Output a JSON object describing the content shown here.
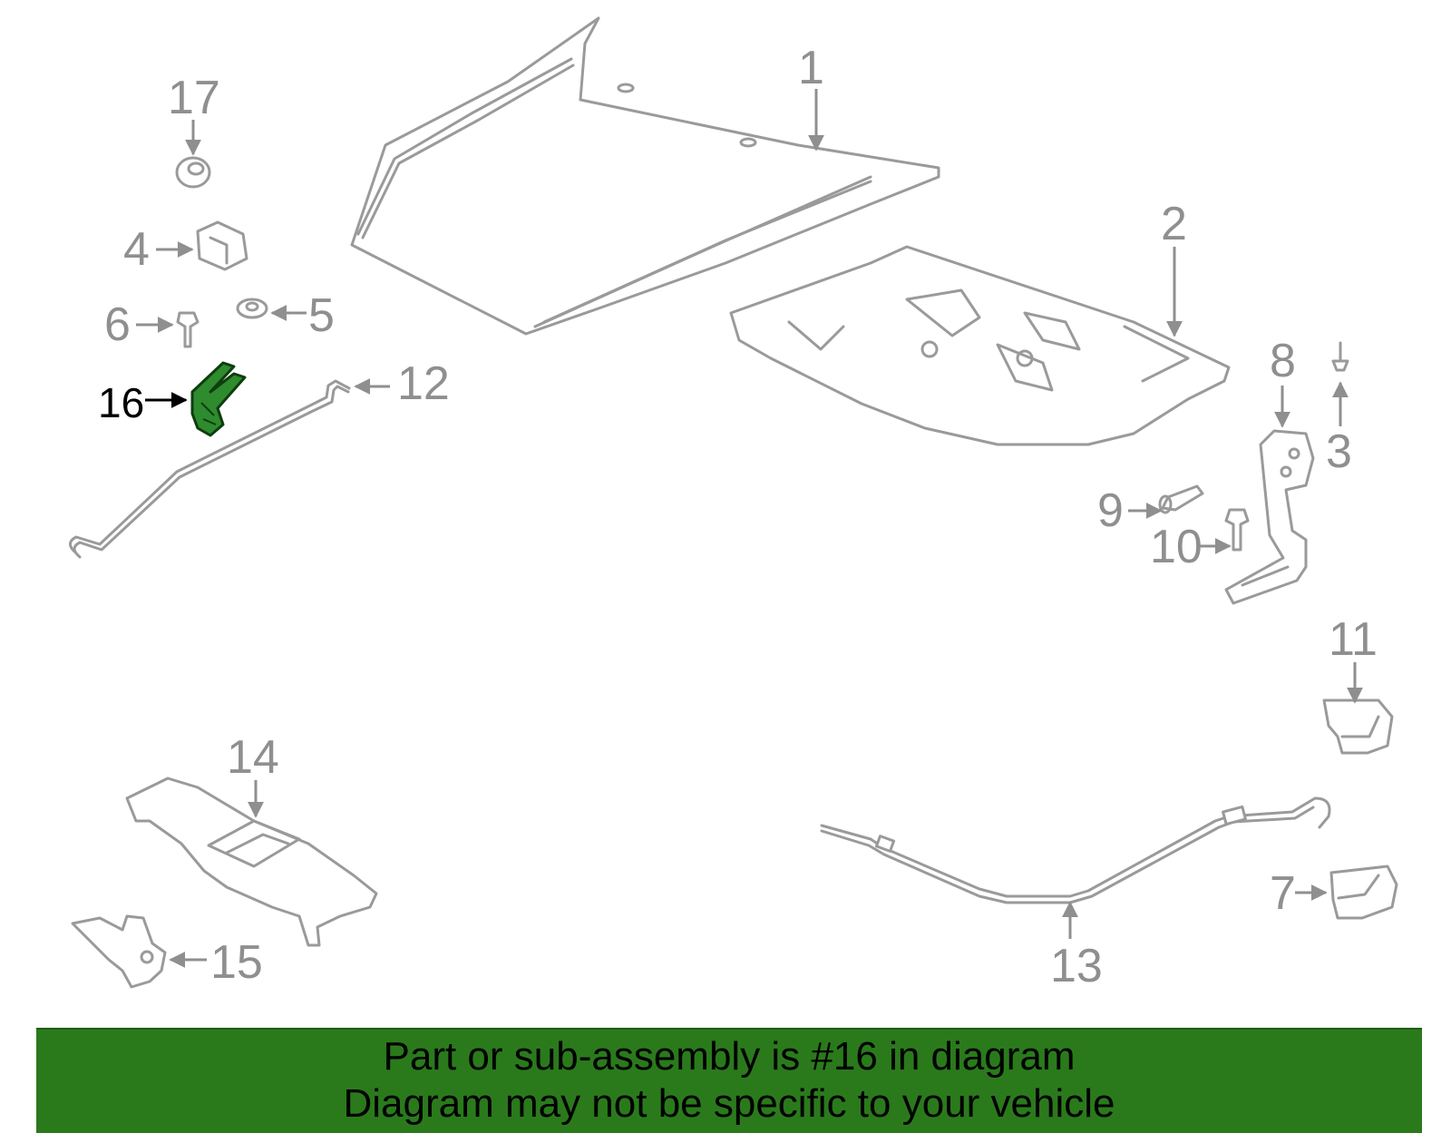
{
  "diagram": {
    "highlight_color": "#2e8b2e",
    "callouts": [
      {
        "id": "1",
        "label": "1"
      },
      {
        "id": "2",
        "label": "2"
      },
      {
        "id": "3",
        "label": "3"
      },
      {
        "id": "4",
        "label": "4"
      },
      {
        "id": "5",
        "label": "5"
      },
      {
        "id": "6",
        "label": "6"
      },
      {
        "id": "7",
        "label": "7"
      },
      {
        "id": "8",
        "label": "8"
      },
      {
        "id": "9",
        "label": "9"
      },
      {
        "id": "10",
        "label": "10"
      },
      {
        "id": "11",
        "label": "11"
      },
      {
        "id": "12",
        "label": "12"
      },
      {
        "id": "13",
        "label": "13"
      },
      {
        "id": "14",
        "label": "14"
      },
      {
        "id": "15",
        "label": "15"
      },
      {
        "id": "16",
        "label": "16"
      },
      {
        "id": "17",
        "label": "17"
      }
    ]
  },
  "banner": {
    "line1": "Part or sub-assembly is #16 in diagram",
    "line2": "Diagram may not be specific to your vehicle",
    "color": "#2a7a1c"
  }
}
